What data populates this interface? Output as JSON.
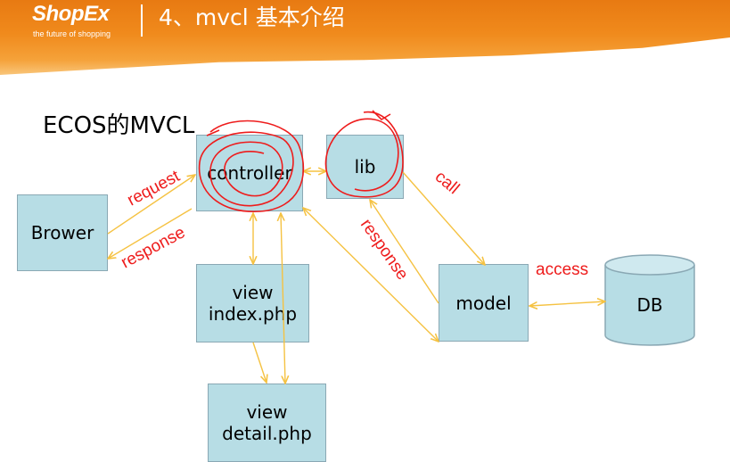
{
  "header": {
    "logo": "ShopEx",
    "tagline": "the future of shopping",
    "title": "4、mvcl 基本介绍"
  },
  "heading": "ECOS的MVCL",
  "nodes": {
    "controller": "controller",
    "lib": "lib",
    "brower": "Brower",
    "view_index": "view\nindex.php",
    "model": "model",
    "db": "DB",
    "view_detail": "view\ndetail.php"
  },
  "edge_labels": {
    "request": "request",
    "response_left": "response",
    "call": "call",
    "response_right": "response",
    "access": "access"
  },
  "colors": {
    "box_fill": "#b7dde5",
    "arrow": "#f5c242",
    "annotation": "#ee1c1c",
    "header": "#f08a1c"
  }
}
